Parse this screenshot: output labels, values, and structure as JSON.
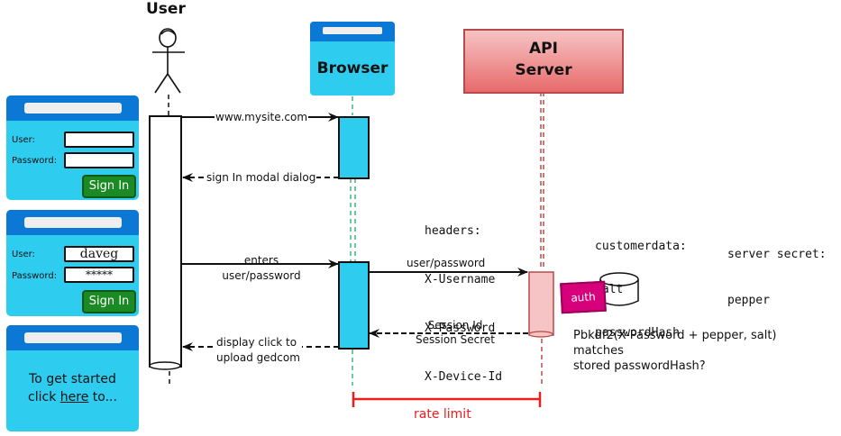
{
  "actors": {
    "user": {
      "label": "User"
    },
    "browser": {
      "label": "Browser"
    },
    "api_server": {
      "label_line1": "API",
      "label_line2": "Server"
    }
  },
  "mock_screens": [
    {
      "type": "login-empty",
      "user_label": "User:",
      "password_label": "Password:",
      "user_value": "",
      "password_value": "",
      "button_label": "Sign In"
    },
    {
      "type": "login-filled",
      "user_label": "User:",
      "password_label": "Password:",
      "user_value": "daveg",
      "password_value": "*****",
      "button_label": "Sign In"
    },
    {
      "type": "welcome",
      "text_before": "To get started",
      "text_click": "click ",
      "link_text": "here",
      "text_after": " to..."
    }
  ],
  "messages": [
    {
      "from": "user",
      "to": "browser",
      "style": "solid",
      "label": "www.mysite.com"
    },
    {
      "from": "browser",
      "to": "user",
      "style": "dashed",
      "label": "sign In modal dialog"
    },
    {
      "from": "user",
      "to": "browser",
      "style": "solid",
      "label_line1": "enters",
      "label_line2": "user/password"
    },
    {
      "from": "browser",
      "to": "api_server",
      "style": "solid",
      "label": "user/password"
    },
    {
      "from": "api_server",
      "to": "browser",
      "style": "dashed",
      "label_line1": "Session Id",
      "label_line2": "Session Secret"
    },
    {
      "from": "browser",
      "to": "user",
      "style": "dashed",
      "label_line1": "display click to",
      "label_line2": "upload gedcom"
    }
  ],
  "notes": {
    "headers": [
      "headers:",
      "X-Username",
      "X-Password",
      "X-Device-Id"
    ],
    "customerdata": [
      "customerdata:",
      "salt",
      "passwordHash"
    ],
    "server_secret": [
      "server secret:",
      "pepper"
    ],
    "verification": [
      "Pbkdf2(X-Password + pepper, salt)",
      "matches",
      "stored passwordHash?"
    ]
  },
  "auth_component": {
    "label": "auth"
  },
  "rate_limit": {
    "label": "rate limit",
    "color": "#ee1c1c"
  },
  "colors": {
    "panel_bg": "#2ecdf0",
    "panel_header": "#0a78d4",
    "signin_button": "#1c8a24",
    "browser_lifeline": "#3cba7a",
    "api_fill": "#e86a6a",
    "api_lifeline": "#b84a4a",
    "auth_tag": "#d6007a"
  }
}
